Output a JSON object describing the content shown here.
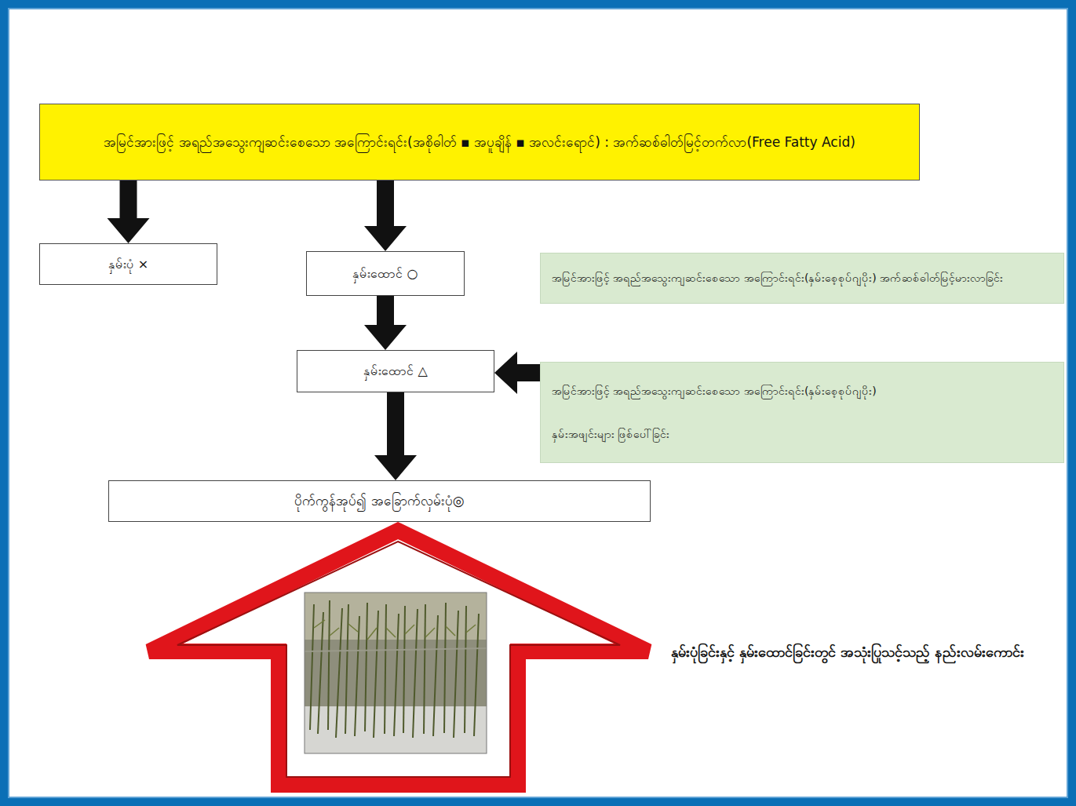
{
  "diagram": {
    "nodes": [
      {
        "text": [
          "အမြင်အားဖြင့် အရည်အသွေးကျဆင်းစေသော အကြောင်းရင်း(အစိုဓါတ် ▪ အပူချိန် ▪ အလင်းရောင်) : အက်ဆစ်ဓါတ်မြင့်တက်လာ(Free Fatty Acid)"
        ]
      },
      {
        "text": [
          "နှမ်းပုံ ×"
        ]
      },
      {
        "text": [
          "နှမ်းထောင် ○"
        ]
      },
      {
        "text": [
          "အမြင်အားဖြင့် အရည်အသွေးကျဆင်းစေသော အကြောင်းရင်း(နှမ်းစေ့စုပ်ဂျပိုး) အက်ဆစ်ဓါတ်မြင့်မားလာခြင်း"
        ]
      },
      {
        "text": [
          "နှမ်းထောင် △"
        ]
      },
      {
        "text": [
          "အမြင်အားဖြင့် အရည်အသွေးကျဆင်းစေသော အကြောင်းရင်း(နှမ်းစေ့စုပ်ဂျပိုး)",
          "နှမ်းအဖျင်းများ ဖြစ်ပေါ်ခြင်း"
        ]
      },
      {
        "text": [
          "ပိုက်ကွန်အုပ်၍ အခြောက်လှမ်းပုံ◎"
        ]
      }
    ],
    "edges": [
      {
        "from": 0,
        "to": 1,
        "arrow": "to"
      },
      {
        "from": 0,
        "to": 2,
        "arrow": "to"
      },
      {
        "from": 2,
        "to": 4,
        "arrow": "to"
      },
      {
        "from": 5,
        "to": 4,
        "arrow": "to"
      },
      {
        "from": 4,
        "to": 6,
        "arrow": "to"
      }
    ],
    "labels": [
      "နှမ်းပုံခြင်းနှင့် နှမ်းထောင်ခြင်းတွင် အသုံးပြုသင့်သည့် နည်းလမ်းကောင်း"
    ]
  }
}
